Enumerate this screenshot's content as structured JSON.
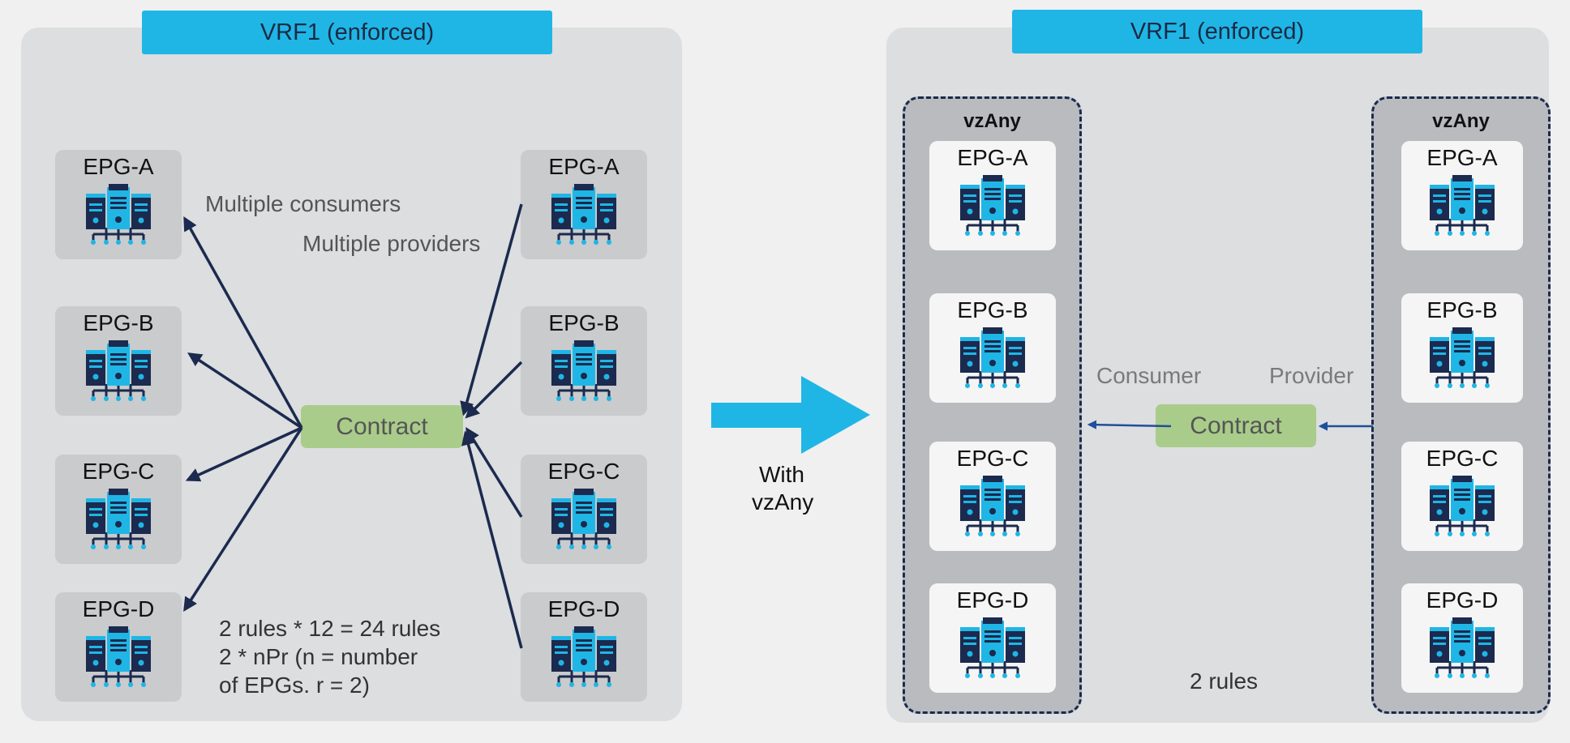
{
  "left_panel": {
    "vrf_title": "VRF1 (enforced)",
    "consumer_epgs": [
      "EPG-A",
      "EPG-B",
      "EPG-C",
      "EPG-D"
    ],
    "provider_epgs": [
      "EPG-A",
      "EPG-B",
      "EPG-C",
      "EPG-D"
    ],
    "multiple_consumers": "Multiple consumers",
    "multiple_providers": "Multiple providers",
    "contract_label": "Contract",
    "rules_lines": [
      "2 rules * 12 = 24 rules",
      "2 * nPr  (n = number",
      "of EPGs. r = 2)"
    ]
  },
  "transition": {
    "caption_line1": "With",
    "caption_line2": "vzAny"
  },
  "right_panel": {
    "vrf_title": "VRF1 (enforced)",
    "consumer_group": {
      "title": "vzAny",
      "epgs": [
        "EPG-A",
        "EPG-B",
        "EPG-C",
        "EPG-D"
      ]
    },
    "provider_group": {
      "title": "vzAny",
      "epgs": [
        "EPG-A",
        "EPG-B",
        "EPG-C",
        "EPG-D"
      ]
    },
    "consumer_label": "Consumer",
    "provider_label": "Provider",
    "contract_label": "Contract",
    "rules_text": "2 rules"
  },
  "colors": {
    "accent_blue": "#1fb6e6",
    "dark_navy": "#1b2a4e",
    "contract_green": "#a9cc8a",
    "panel_gray": "#dcdedf",
    "arrow_blue": "#1f4e9c"
  },
  "icons": [
    "server-icon",
    "arrow-right-icon"
  ]
}
